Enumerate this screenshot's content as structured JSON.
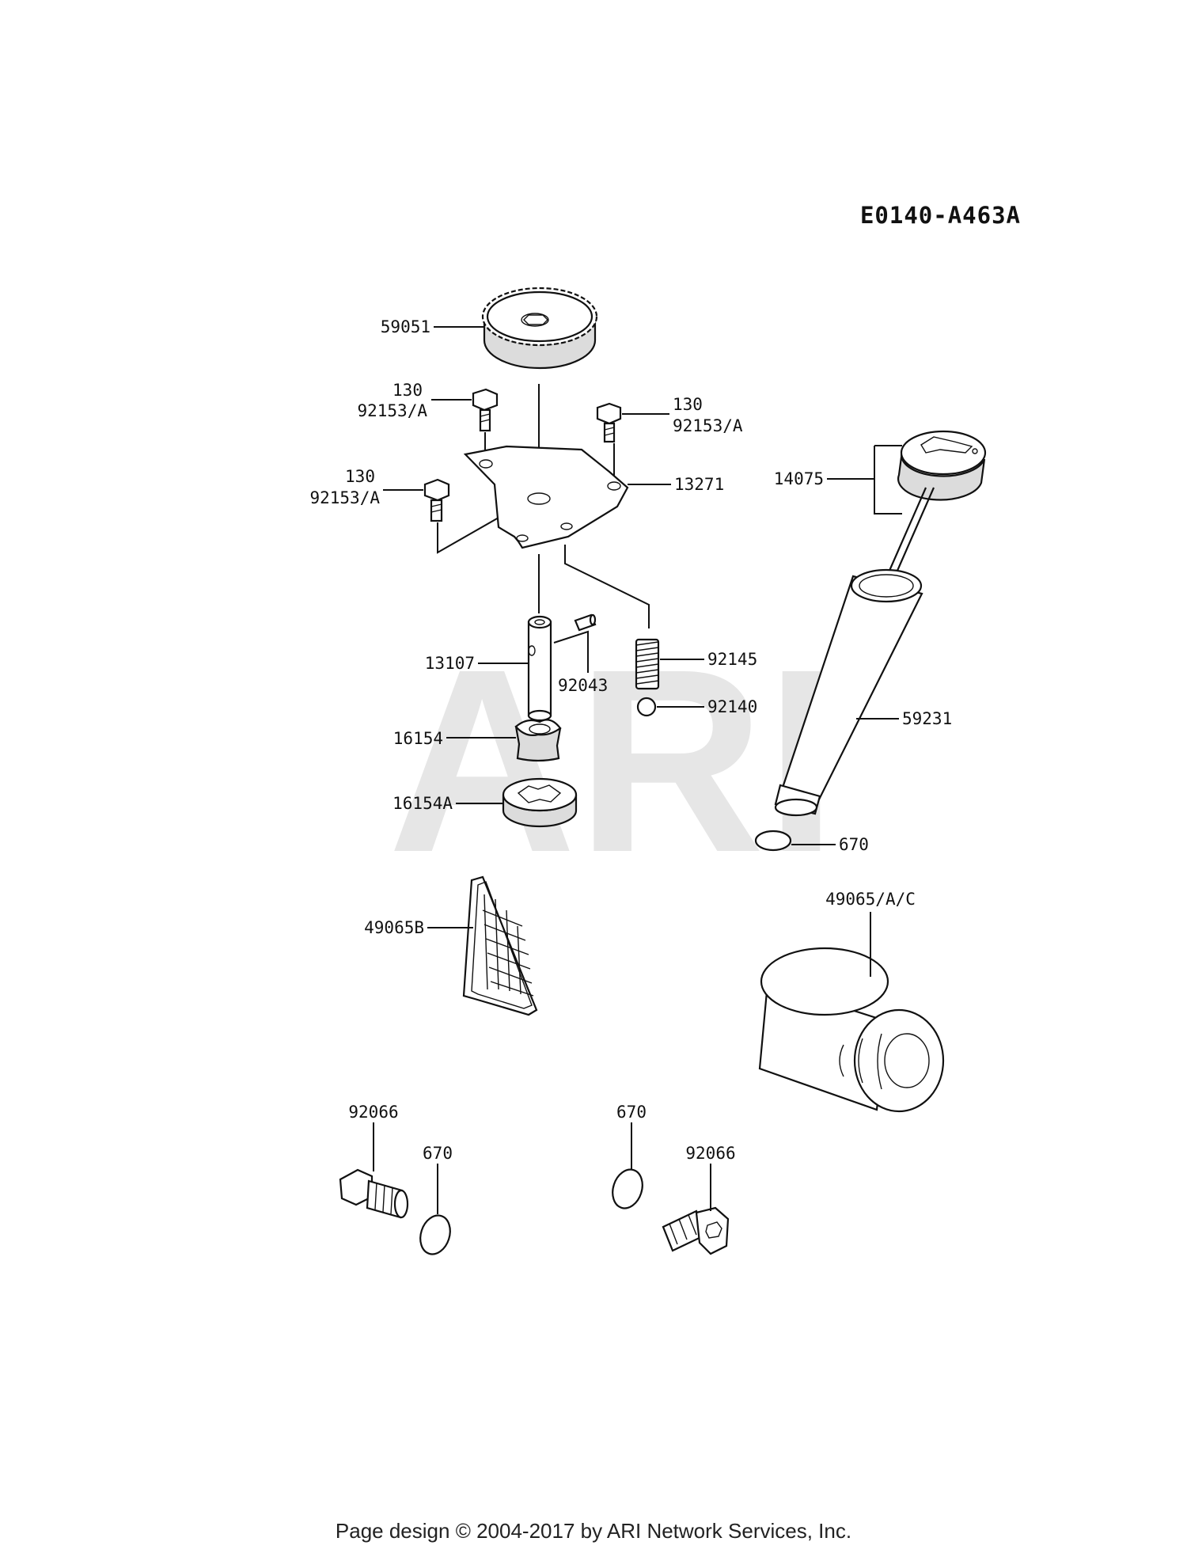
{
  "diagram_id": "E0140-A463A",
  "watermark": "ARI",
  "footer": "Page design © 2004-2017 by ARI Network Services, Inc.",
  "labels": {
    "gear": "59051",
    "bolt_left_top_a": "130",
    "bolt_left_top_b": "92153/A",
    "bolt_right_a": "130",
    "bolt_right_b": "92153/A",
    "bolt_left_low_a": "130",
    "bolt_left_low_b": "92153/A",
    "plate": "13271",
    "shaft": "13107",
    "pin": "92043",
    "spring": "92145",
    "ball": "92140",
    "inner_rotor": "16154",
    "outer_rotor": "16154A",
    "dipstick_cap": "14075",
    "filler_tube": "59231",
    "tube_oring": "670",
    "screen": "49065B",
    "oil_filter": "49065/A/C",
    "drain_plug_left": "92066",
    "oring_left": "670",
    "oring_right": "670",
    "drain_plug_right": "92066"
  }
}
